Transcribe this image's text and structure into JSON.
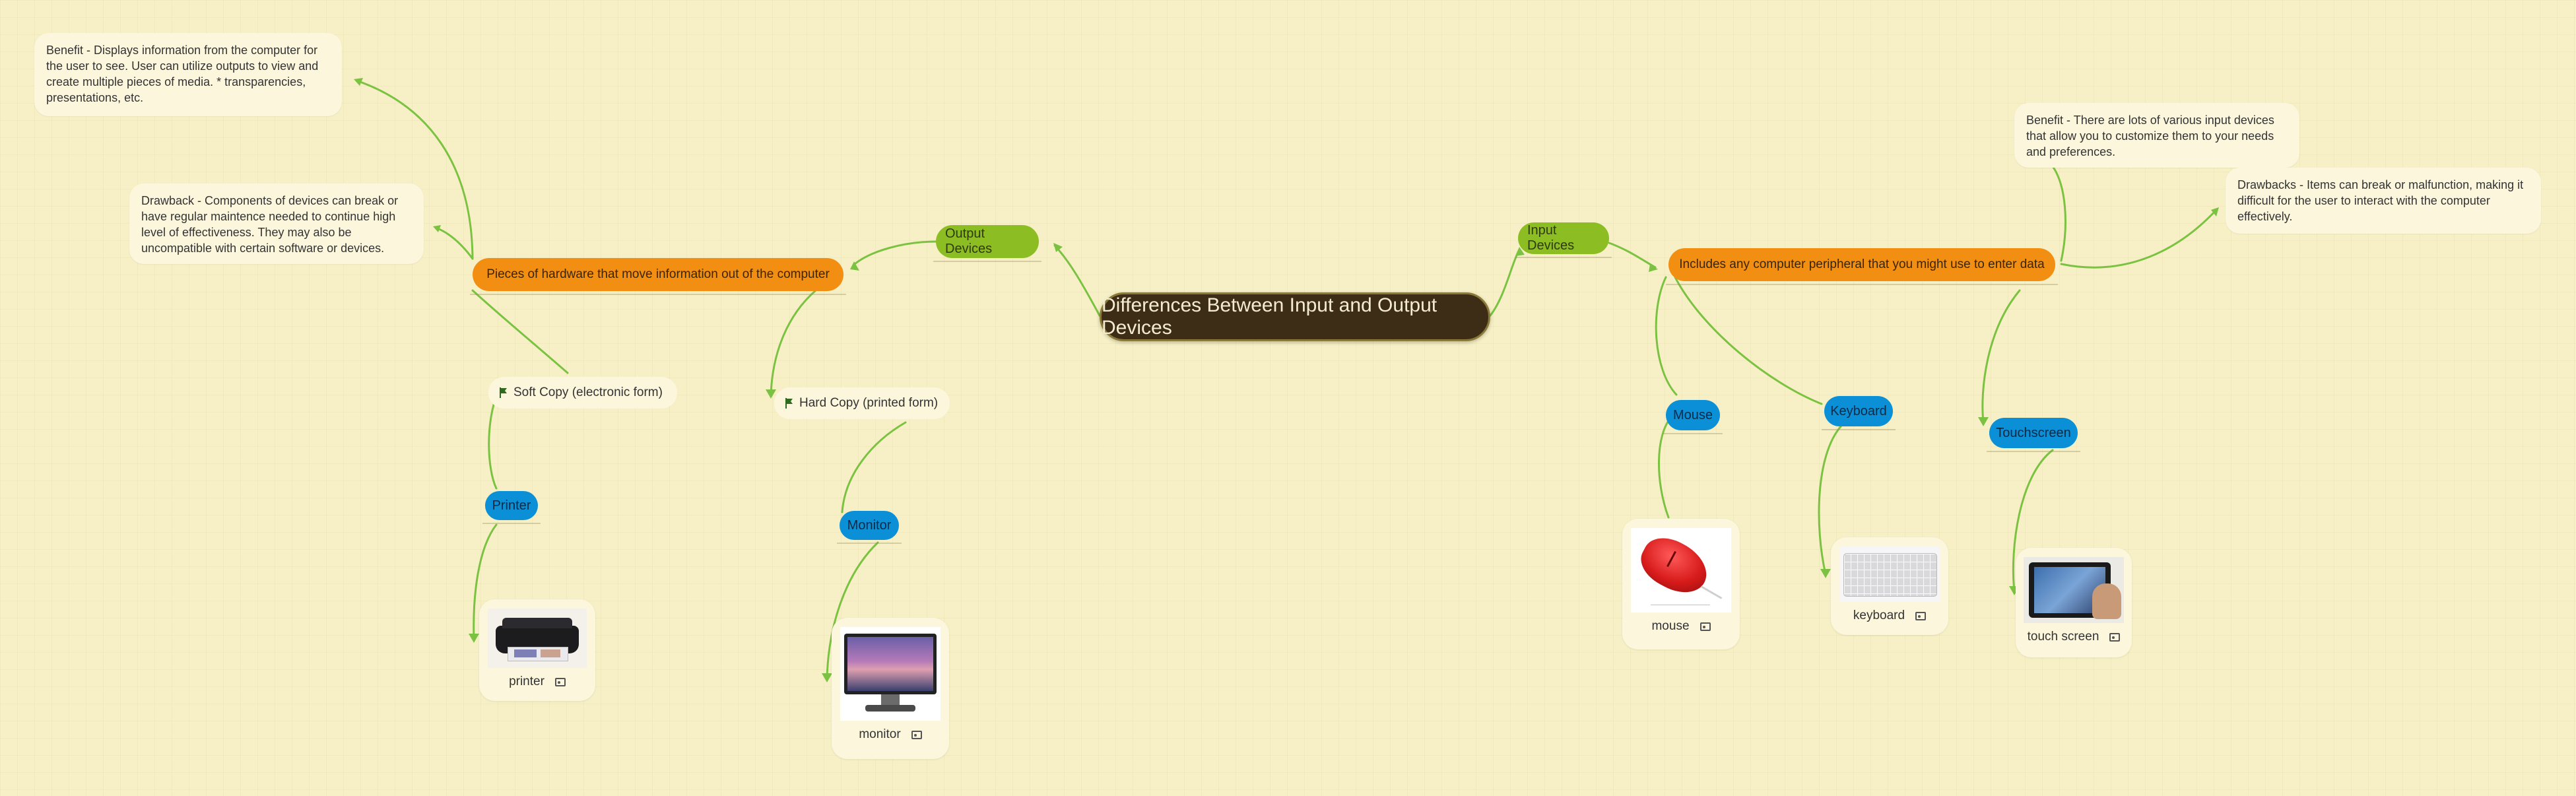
{
  "central_topic": "Differences Between Input and Output Devices",
  "output": {
    "label": "Output Devices",
    "definition": "Pieces of hardware that move information out of the computer",
    "benefit": "Benefit - Displays information from the computer for the user to see.  User can utilize outputs to view and create multiple pieces of media. * transparencies, presentations, etc.",
    "drawback": "Drawback - Components of devices can break or have regular maintence needed to continue high level of effectiveness. They may also be uncompatible with certain software or devices.",
    "soft_copy": "Soft Copy (electronic form)",
    "hard_copy": "Hard Copy (printed form)",
    "printer": {
      "label": "Printer",
      "caption": "printer"
    },
    "monitor": {
      "label": "Monitor",
      "caption": "monitor"
    }
  },
  "input": {
    "label": "Input Devices",
    "definition": "Includes any computer peripheral that you might use to enter data",
    "benefit": "Benefit - There are lots of various input devices that allow you to customize them to your needs and preferences.",
    "drawback": "Drawbacks - Items can break  or malfunction, making it difficult for the user to interact with the computer effectively.",
    "mouse": {
      "label": "Mouse",
      "caption": "mouse"
    },
    "keyboard": {
      "label": "Keyboard",
      "caption": "keyboard"
    },
    "touchscreen": {
      "label": "Touchscreen",
      "caption": "touch screen"
    }
  },
  "colors": {
    "connector": "#7cc242",
    "central_fill": "#3d2d16",
    "category_fill": "#8cbe24",
    "definition_fill": "#f28e12",
    "device_fill": "#0b8fd6",
    "note_fill": "#fcf7dc"
  },
  "icons": [
    "flag-icon",
    "image-icon"
  ]
}
